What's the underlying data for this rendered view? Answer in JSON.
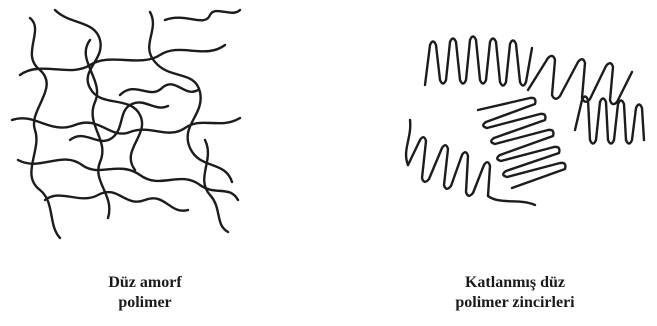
{
  "panels": [
    {
      "id": "amorphous",
      "caption_lines": [
        "Düz amorf",
        "polimer"
      ]
    },
    {
      "id": "folded",
      "caption_lines": [
        "Katlanmış düz",
        "polimer zincirleri"
      ]
    }
  ]
}
